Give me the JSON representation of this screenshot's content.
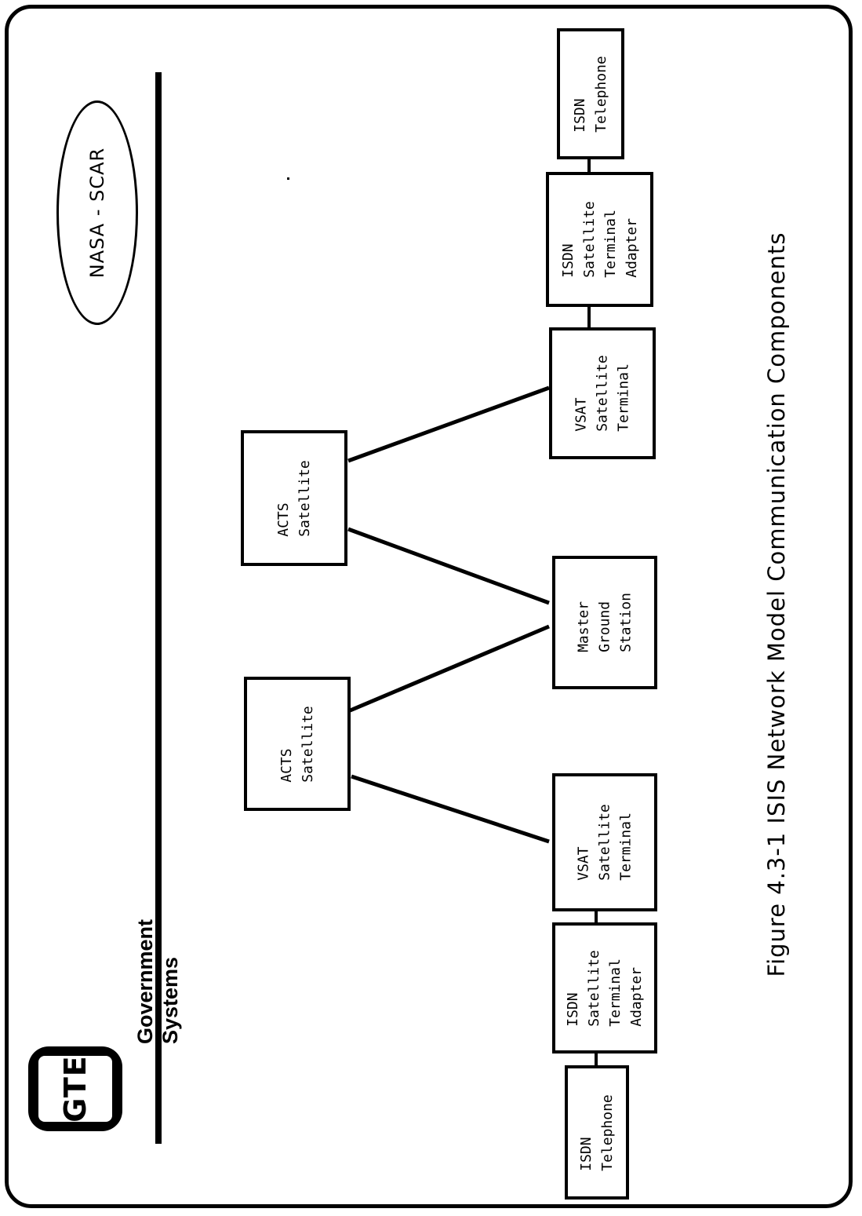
{
  "header": {
    "logo_text": "GTE",
    "brand_line1": "Government",
    "brand_line2": "Systems",
    "badge": "NASA - SCAR"
  },
  "diagram": {
    "nodes": {
      "isdn_telephone_left": [
        "ISDN",
        "Telephone"
      ],
      "isdn_adapter_left": [
        "ISDN",
        "Satellite",
        "Terminal",
        "Adapter"
      ],
      "vsat_terminal_left": [
        "VSAT",
        "Satellite",
        "Terminal"
      ],
      "acts_satellite_left": [
        "ACTS",
        "Satellite"
      ],
      "master_ground_station": [
        "Master",
        "Ground",
        "Station"
      ],
      "acts_satellite_right": [
        "ACTS",
        "Satellite"
      ],
      "vsat_terminal_right": [
        "VSAT",
        "Satellite",
        "Terminal"
      ],
      "isdn_adapter_right": [
        "ISDN",
        "Satellite",
        "Terminal",
        "Adapter"
      ],
      "isdn_telephone_right": [
        "ISDN",
        "Telephone"
      ]
    }
  },
  "caption": "Figure 4.3-1  ISIS Network Model Communication Components"
}
